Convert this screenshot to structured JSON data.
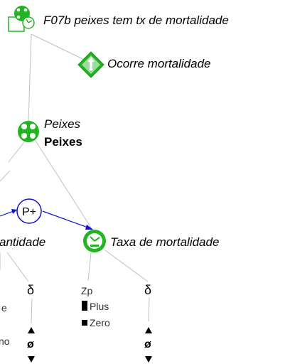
{
  "diagram": {
    "title": "F07b peixes tem tx de mortalidade",
    "condition_label": "Ocorre mortalidade",
    "entity": {
      "label_italic": "Peixes",
      "label_bold": "Peixes"
    },
    "influence_label": "P+",
    "left_quantity_label": "antidade",
    "right_quantity_label": "Taxa de mortalidade",
    "delta_symbol": "δ",
    "quantity_space": {
      "name": "Zp",
      "values": [
        "Plus",
        "Zero"
      ]
    },
    "left_partial": {
      "e_fragment": "e",
      "no_fragment": "no"
    },
    "zero_symbol": "ø",
    "colors": {
      "green": "#22b422",
      "blue": "#1010d0",
      "line": "#c0c0c0"
    }
  }
}
